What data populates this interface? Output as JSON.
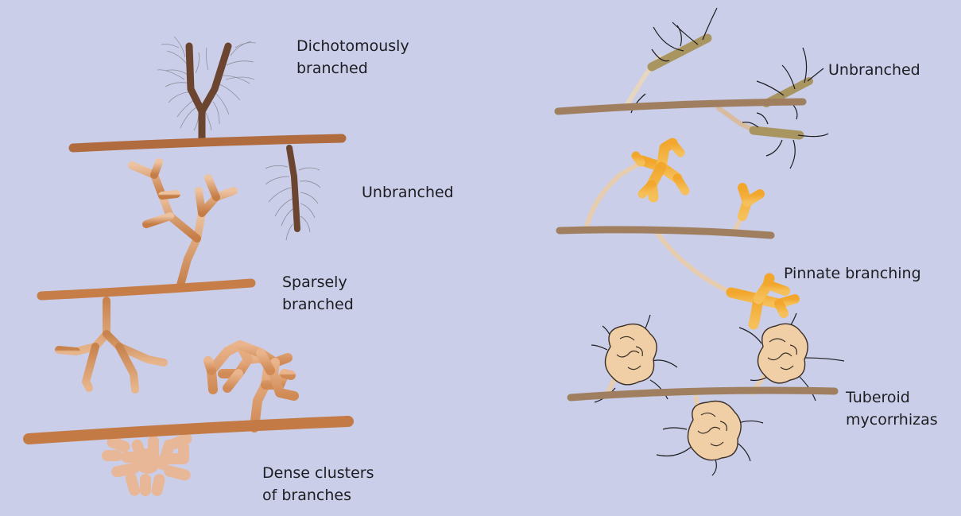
{
  "labels": {
    "dichotomous": {
      "line1": "Dichotomously",
      "line2": "branched"
    },
    "unbranched_left": "Unbranched",
    "sparse": {
      "line1": "Sparsely",
      "line2": "branched"
    },
    "dense": {
      "line1": "Dense clusters",
      "line2": "of branches"
    },
    "unbranched_right": "Unbranched",
    "pinnate": "Pinnate branching",
    "tuberoid": {
      "line1": "Tuberoid",
      "line2": "mycorrhizas"
    }
  },
  "colors": {
    "background": "#cacee9",
    "dark_root": "#6b4530",
    "orange_root": "#c8844f",
    "light_orange": "#e2a473",
    "tan_root": "#a07f60",
    "olive_mantle": "#a89560",
    "yellow_tip": "#f2b640",
    "tuber": "#f1cfa6",
    "hair": "#1d1d22"
  }
}
